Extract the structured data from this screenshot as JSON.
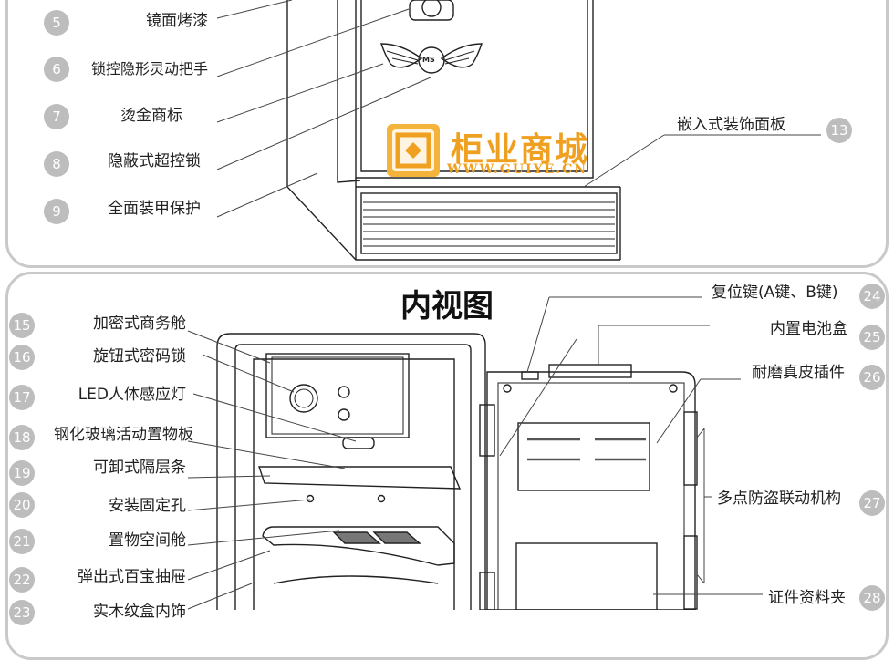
{
  "top_labels": [
    {
      "num": "5",
      "text": "镜面烤漆"
    },
    {
      "num": "6",
      "text": "锁控隐形灵动把手"
    },
    {
      "num": "7",
      "text": "烫金商标"
    },
    {
      "num": "8",
      "text": "隐蔽式超控锁"
    },
    {
      "num": "9",
      "text": "全面装甲保护"
    },
    {
      "num": "13",
      "text": "嵌入式装饰面板"
    }
  ],
  "section_title": "内视图",
  "left_labels": [
    {
      "num": "15",
      "text": "加密式商务舱"
    },
    {
      "num": "16",
      "text": "旋钮式密码锁"
    },
    {
      "num": "17",
      "text": "LED人体感应灯"
    },
    {
      "num": "18",
      "text": "钢化玻璃活动置物板"
    },
    {
      "num": "19",
      "text": "可卸式隔层条"
    },
    {
      "num": "20",
      "text": "安装固定孔"
    },
    {
      "num": "21",
      "text": "置物空间舱"
    },
    {
      "num": "22",
      "text": "弹出式百宝抽屉"
    },
    {
      "num": "23",
      "text": "实木纹盒内饰"
    }
  ],
  "right_labels": [
    {
      "num": "24",
      "text": "复位键(A键、B键)"
    },
    {
      "num": "25",
      "text": "内置电池盒"
    },
    {
      "num": "26",
      "text": "耐磨真皮插件"
    },
    {
      "num": "27",
      "text": "多点防盗联动机构"
    },
    {
      "num": "28",
      "text": "证件资料夹"
    }
  ],
  "watermark": {
    "name": "柜业商城",
    "url": "WWW.GUIYE.CN",
    "brand_badge": "MS"
  },
  "colors": {
    "badge": "#bdbdbd",
    "panel_border": "#c9c9c9",
    "watermark": "#f0a020"
  }
}
